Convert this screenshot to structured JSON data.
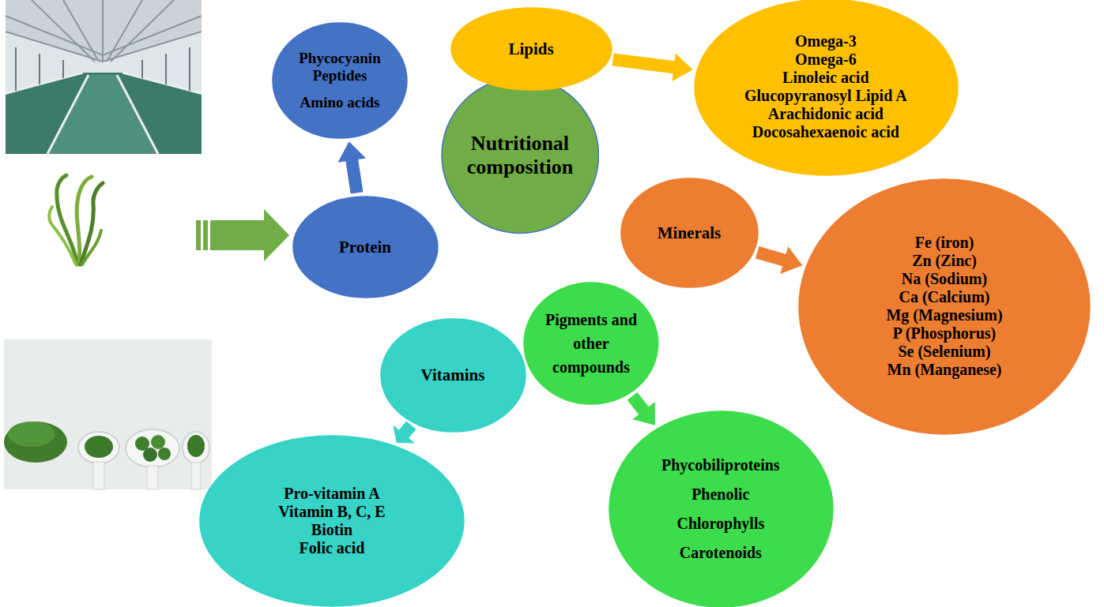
{
  "diagram": {
    "nodes": [
      {
        "text": [
          "Nutritional composition"
        ]
      },
      {
        "text": [
          "Protein"
        ]
      },
      {
        "text": [
          "Phycocyanin",
          "Peptides",
          "Amino acids"
        ]
      },
      {
        "text": [
          "Lipids"
        ]
      },
      {
        "text": [
          "Omega-3",
          "Omega-6",
          "Linoleic acid",
          "Glucopyranosyl Lipid A",
          "Arachidonic acid",
          "Docosahexaenoic acid"
        ]
      },
      {
        "text": [
          "Minerals"
        ]
      },
      {
        "text": [
          "Fe (iron)",
          "Zn (Zinc)",
          "Na (Sodium)",
          "Ca (Calcium)",
          "Mg (Magnesium)",
          "P (Phosphorus)",
          "Se (Selenium)",
          "Mn (Manganese)"
        ]
      },
      {
        "text": [
          "Pigments and other compounds"
        ]
      },
      {
        "text": [
          "Phycobiliproteins",
          "Phenolic",
          "Chlorophylls",
          "Carotenoids"
        ]
      },
      {
        "text": [
          "Vitamins"
        ]
      },
      {
        "text": [
          "Pro-vitamin A",
          "Vitamin B, C, E",
          "Biotin",
          "Folic acid"
        ]
      }
    ],
    "edges": [
      {
        "from": 1,
        "to": 2,
        "arrow": "to"
      },
      {
        "from": 3,
        "to": 4,
        "arrow": "to"
      },
      {
        "from": 5,
        "to": 6,
        "arrow": "to"
      },
      {
        "from": 7,
        "to": 8,
        "arrow": "to"
      },
      {
        "from": 9,
        "to": 10,
        "arrow": "to"
      }
    ]
  }
}
